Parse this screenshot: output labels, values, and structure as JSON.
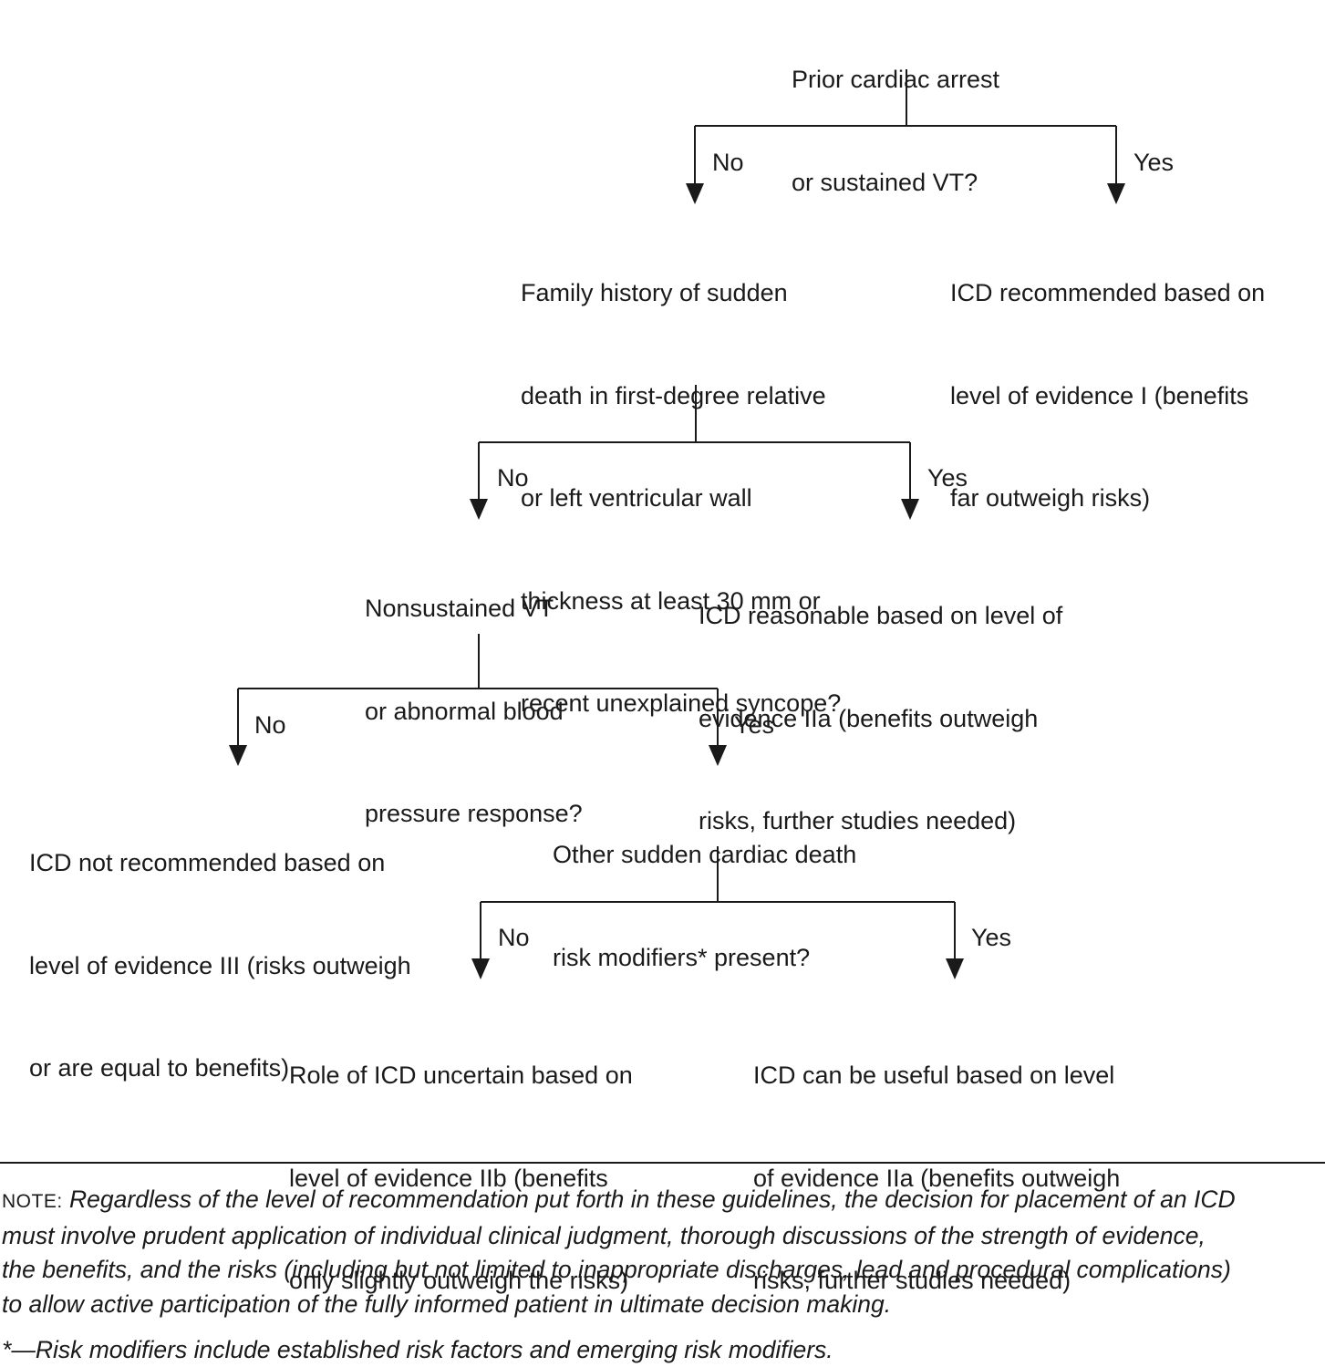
{
  "nodes": {
    "q1": [
      "Prior cardiac arrest",
      "or sustained VT?"
    ],
    "q2": [
      "Family history of sudden",
      "death in first-degree relative",
      "or left ventricular wall",
      "thickness at least 30 mm or",
      "recent unexplained syncope?"
    ],
    "r1": [
      "ICD recommended based on",
      "level of evidence I (benefits",
      "far outweigh risks)"
    ],
    "q3": [
      "Nonsustained VT",
      "or abnormal blood",
      "pressure response?"
    ],
    "r2": [
      "ICD reasonable based on level of",
      "evidence IIa (benefits outweigh",
      "risks, further studies needed)"
    ],
    "r3": [
      "ICD not recommended based on",
      "level of evidence III (risks outweigh",
      "or are equal to benefits)"
    ],
    "q4": [
      "Other sudden cardiac death",
      "risk modifiers* present?"
    ],
    "r4": [
      "Role of ICD uncertain based on",
      "level of evidence IIb (benefits",
      "only slightly outweigh the risks)"
    ],
    "r5": [
      "ICD can be useful based on level",
      "of evidence IIa (benefits outweigh",
      "risks, further studies needed)"
    ]
  },
  "branch_labels": {
    "q1_no": "No",
    "q1_yes": "Yes",
    "q2_no": "No",
    "q2_yes": "Yes",
    "q3_no": "No",
    "q3_yes": "Yes",
    "q4_no": "No",
    "q4_yes": "Yes"
  },
  "note": {
    "label": "NOTE:",
    "lines": [
      " Regardless of the level of recommendation put forth in these guidelines, the decision for placement of an ICD",
      "must involve prudent application of individual clinical judgment, thorough discussions of the strength of evidence,",
      "the benefits, and the risks (including but not limited to inappropriate discharges, lead and procedural complications)",
      "to allow active participation of the fully informed patient in ultimate decision making."
    ]
  },
  "footnote": "*—Risk modifiers include established risk factors and emerging risk modifiers.",
  "colors": {
    "ink": "#1a1a1a",
    "background": "#ffffff"
  }
}
